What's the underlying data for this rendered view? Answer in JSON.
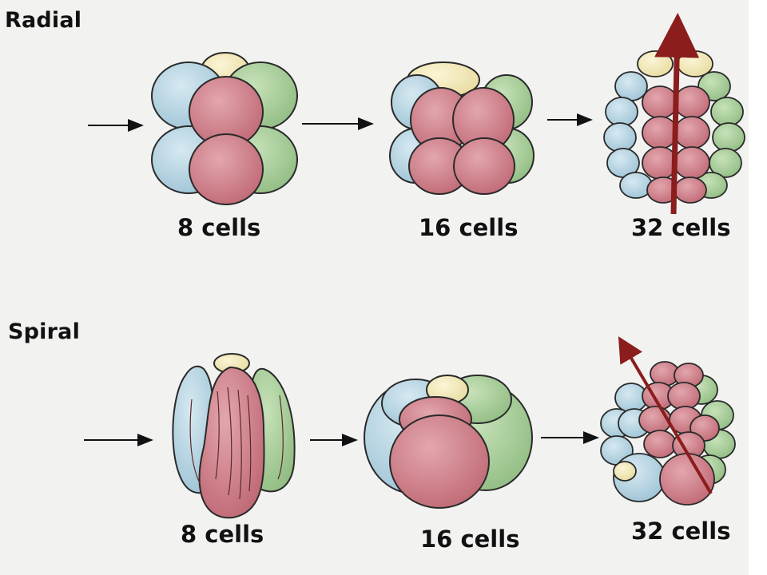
{
  "rows": [
    {
      "title": "Radial",
      "stages": [
        {
          "label": "8 cells"
        },
        {
          "label": "16 cells"
        },
        {
          "label": "32 cells"
        }
      ]
    },
    {
      "title": "Spiral",
      "stages": [
        {
          "label": "8 cells"
        },
        {
          "label": "16 cells"
        },
        {
          "label": "32 cells"
        }
      ]
    }
  ],
  "colors": {
    "pink": "#c9727d",
    "blue": "#b3d3e1",
    "green": "#a7cc98",
    "yellow": "#f0e6b0",
    "axis_arrow": "#8b1d1d",
    "outline": "#2a2a2a"
  }
}
